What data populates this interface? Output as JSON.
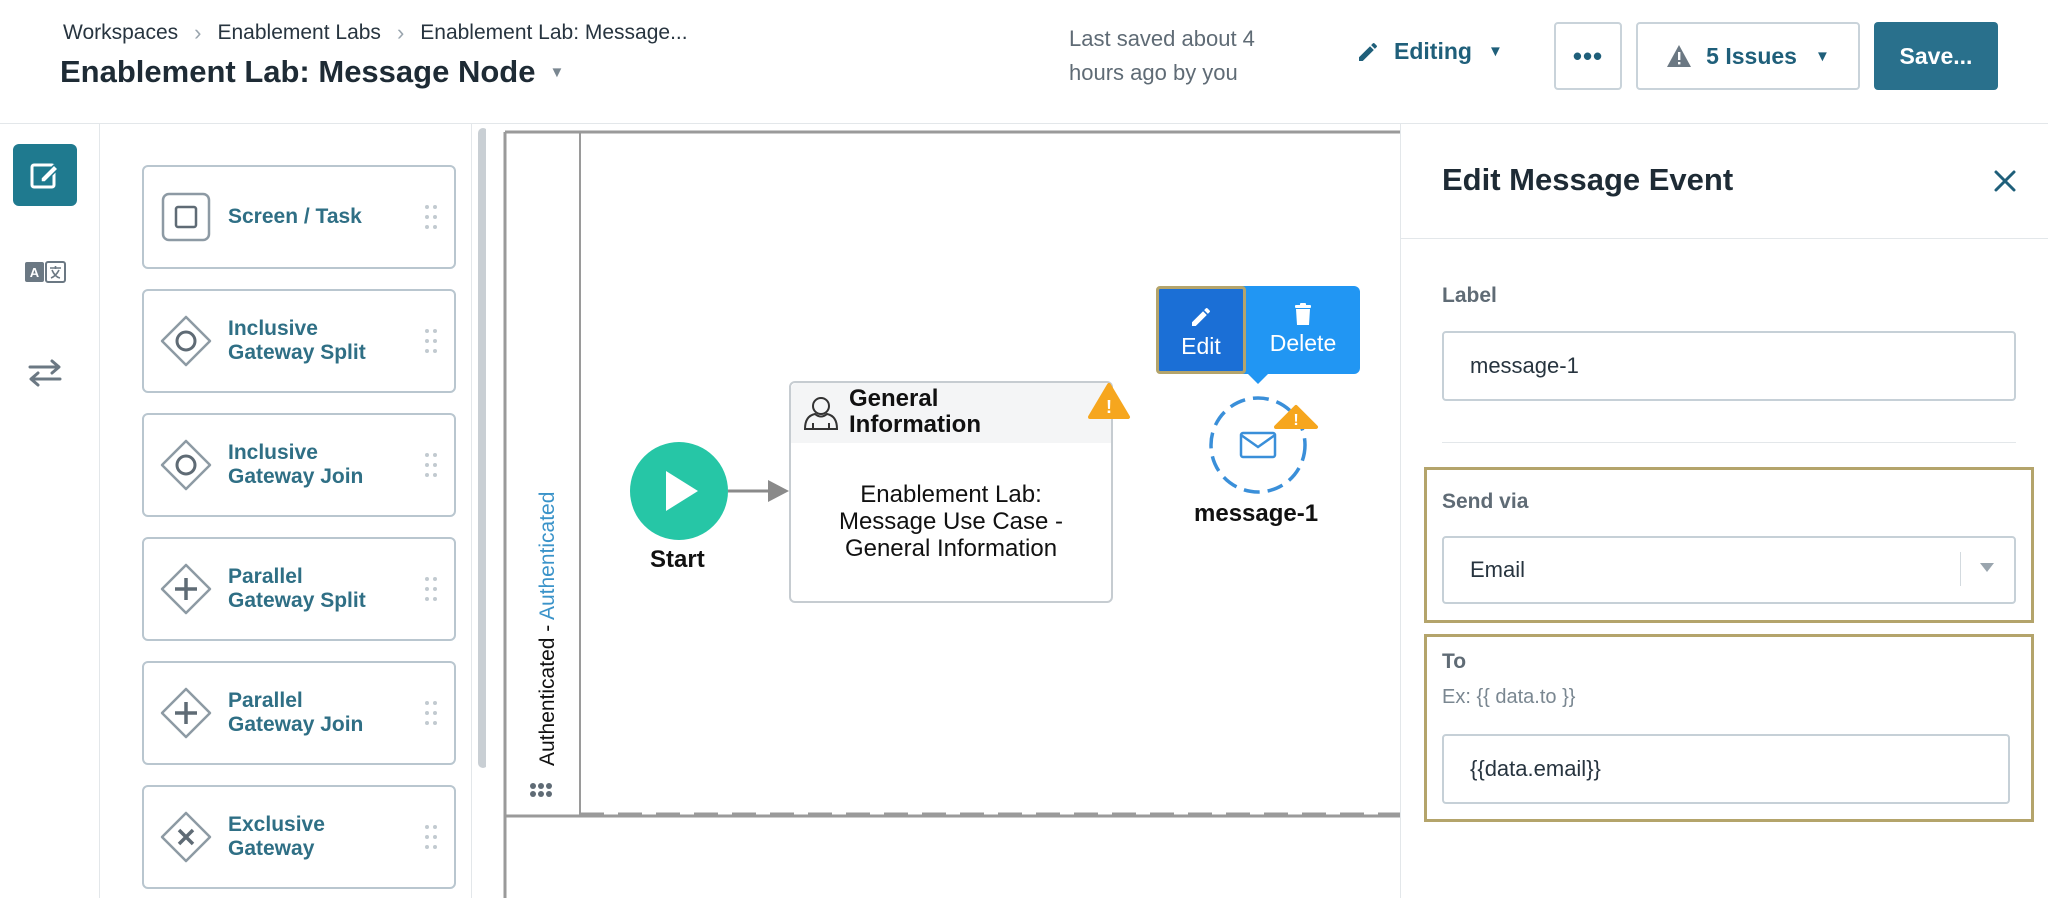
{
  "header": {
    "breadcrumbs": [
      "Workspaces",
      "Enablement Labs",
      "Enablement Lab: Message..."
    ],
    "title": "Enablement Lab: Message Node",
    "saved_line1": "Last saved about 4",
    "saved_line2": "hours ago by you",
    "editing_label": "Editing",
    "more_label": "•••",
    "issues_label": "5 Issues",
    "save_label": "Save..."
  },
  "rail": {
    "icons": [
      "edit-icon",
      "translate-icon",
      "swap-icon"
    ]
  },
  "palette": {
    "items": [
      {
        "line1": "Screen / Task",
        "line2": "",
        "shape": "square"
      },
      {
        "line1": "Inclusive",
        "line2": "Gateway Split",
        "shape": "diamond-circle"
      },
      {
        "line1": "Inclusive",
        "line2": "Gateway Join",
        "shape": "diamond-circle"
      },
      {
        "line1": "Parallel",
        "line2": "Gateway Split",
        "shape": "diamond-plus"
      },
      {
        "line1": "Parallel",
        "line2": "Gateway Join",
        "shape": "diamond-plus"
      },
      {
        "line1": "Exclusive",
        "line2": "Gateway",
        "shape": "diamond-x"
      }
    ]
  },
  "canvas": {
    "lane_label_black": "Authenticated",
    "lane_label_sep": " - ",
    "lane_label_blue": "Authenticated",
    "start_label": "Start",
    "task_title_line1": "General",
    "task_title_line2": "Information",
    "task_body_line1": "Enablement Lab:",
    "task_body_line2": "Message Use Case -",
    "task_body_line3": "General Information",
    "message_label": "message-1",
    "popover_edit": "Edit",
    "popover_delete": "Delete"
  },
  "panel": {
    "title": "Edit Message Event",
    "label_field": "Label",
    "label_value": "message-1",
    "send_via_field": "Send via",
    "send_via_value": "Email",
    "to_field": "To",
    "to_hint": "Ex: {{ data.to }}",
    "to_value": "{{data.email}}"
  },
  "colors": {
    "accent": "#29708c",
    "start_node": "#26c6a6",
    "warning": "#f6a61e",
    "popover": "#2196f3",
    "highlight": "#b4a46b"
  }
}
